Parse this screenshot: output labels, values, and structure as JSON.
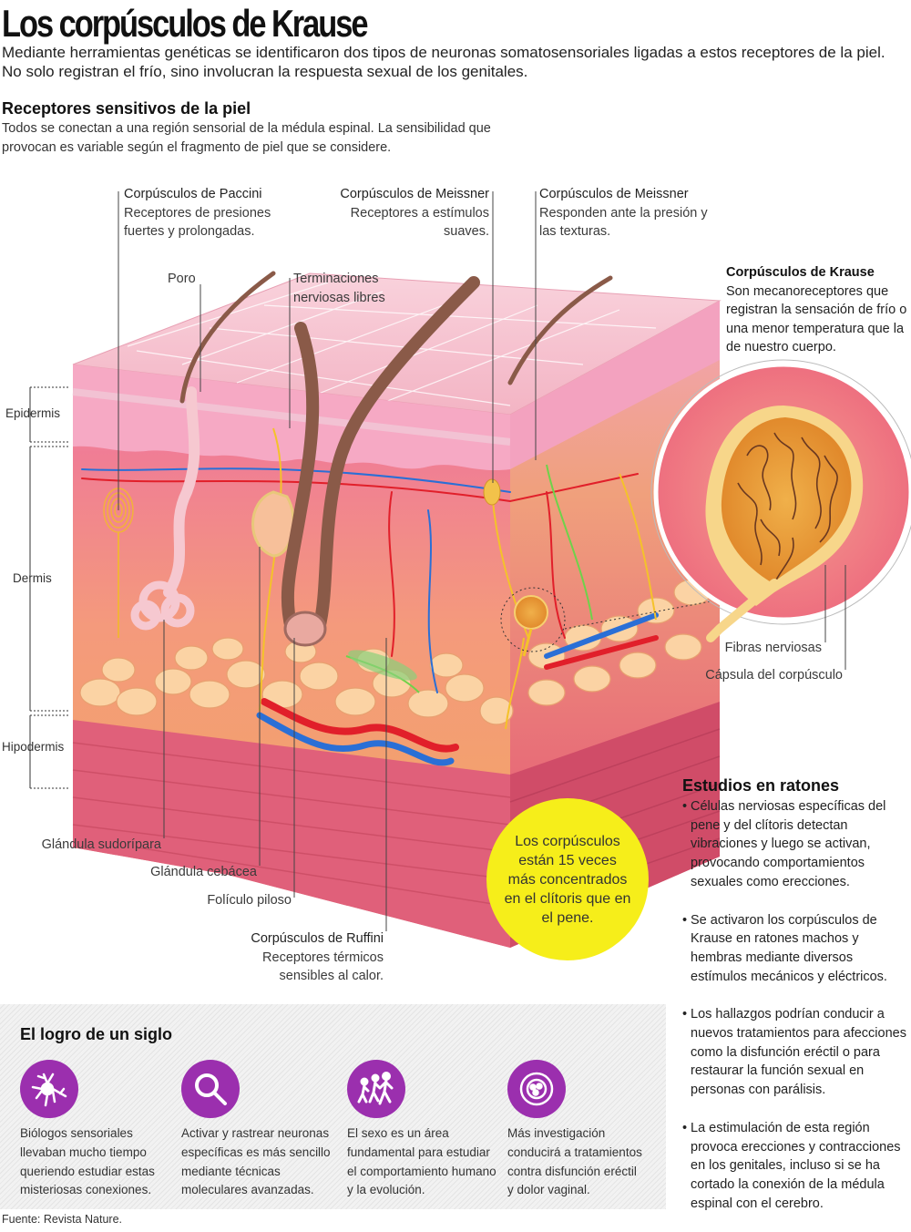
{
  "header": {
    "title": "Los corpúsculos de Krause",
    "subtitle": "Mediante herramientas genéticas se identificaron dos tipos de neuronas somatosensoriales ligadas a estos receptores de la piel. No solo registran el frío, sino involucran la respuesta sexual de los genitales."
  },
  "receptors": {
    "heading": "Receptores sensitivos de la piel",
    "description": "Todos se conectan a una región sensorial de la médula espinal. La sensibilidad que provocan es variable según el fragmento de piel que se considere."
  },
  "labels": {
    "paccini": {
      "name": "Corpúsculos de Paccini",
      "desc": "Receptores de presiones fuertes y prolongadas."
    },
    "meissner_a": {
      "name": "Corpúsculos de Meissner",
      "desc": "Receptores a estímulos suaves."
    },
    "meissner_b": {
      "name": "Corpúsculos de Meissner",
      "desc": "Responden ante la presión y las texturas."
    },
    "krause": {
      "name": "Corpúsculos de Krause",
      "desc": "Son mecanoreceptores que registran la sensación de frío o una menor temperatura que la de nuestro cuerpo."
    },
    "poro": "Poro",
    "terminaciones": "Terminaciones nerviosas libres",
    "epidermis": "Epidermis",
    "dermis": "Dermis",
    "hipodermis": "Hipodermis",
    "sudoripara": "Glándula sudorípara",
    "cebacea": "Glándula cebácea",
    "foliculo": "Folículo piloso",
    "ruffini": {
      "name": "Corpúsculos de Ruffini",
      "desc": "Receptores térmicos sensibles al calor."
    },
    "fibras": "Fibras nerviosas",
    "capsula": "Cápsula del corpúsculo"
  },
  "callout": "Los corpúsculos están 15 veces más concentrados en el clítoris que en el pene.",
  "studies": {
    "heading": "Estudios en ratones",
    "items": [
      "Células nerviosas específicas del pene y del clítoris detectan vibraciones y luego se activan, provocando comportamientos sexuales como erecciones.",
      "Se activaron los corpúsculos de Krause en ratones machos y hembras mediante diversos estímulos mecánicos y eléctricos.",
      "Los hallazgos podrían conducir a nuevos tratamientos para afecciones como la disfunción eréctil o para restaurar la función sexual en personas con parálisis.",
      "La estimulación de esta región provoca erecciones y contracciones en los genitales, incluso si se ha cortado la conexión de la médula espinal con el cerebro."
    ]
  },
  "achievement": {
    "heading": "El logro de un siglo",
    "cards": [
      {
        "icon": "neuron-icon",
        "text": "Biólogos sensoriales llevaban mucho tiempo queriendo estudiar estas misteriosas conexiones."
      },
      {
        "icon": "magnifier-icon",
        "text": "Activar y rastrear neuronas específicas es más sencillo mediante técnicas moleculares avanzadas."
      },
      {
        "icon": "people-running-icon",
        "text": "El sexo es un área fundamental para estudiar el comportamiento humano y la evolución."
      },
      {
        "icon": "cell-icon",
        "text": "Más investigación conducirá a tratamientos contra disfunción eréctil y dolor vaginal."
      }
    ]
  },
  "source": "Fuente: Revista Nature.",
  "colors": {
    "accent": "#9b2fae",
    "callout": "#f6ee1a",
    "skin": "#f08a8a",
    "epidermis": "#f5b4c4"
  }
}
